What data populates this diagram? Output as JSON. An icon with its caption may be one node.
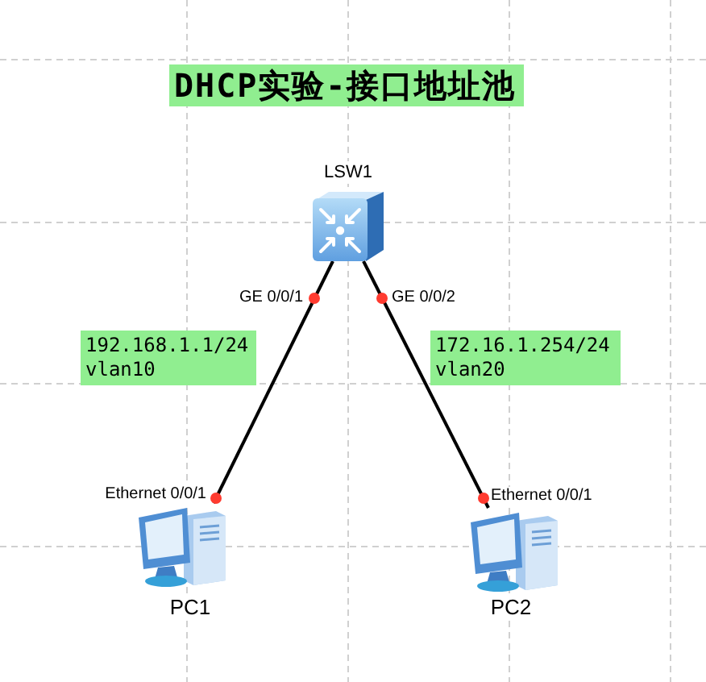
{
  "diagram": {
    "title": "DHCP实验-接口地址池",
    "nodes": [
      {
        "text": [
          "LSW1"
        ]
      },
      {
        "text": [
          "192.168.1.1/24 vlan10"
        ]
      },
      {
        "text": [
          "172.16.1.254/24 vlan20"
        ]
      },
      {
        "text": [
          "PC1"
        ]
      },
      {
        "text": [
          "PC2"
        ]
      }
    ],
    "edges": [
      {
        "from": 0,
        "to": 3,
        "arrow": "none"
      },
      {
        "from": 0,
        "to": 4,
        "arrow": "none"
      }
    ],
    "labels": [
      "GE 0/0/1",
      "GE 0/0/2",
      "Ethernet 0/0/1",
      "Ethernet 0/0/1"
    ]
  }
}
